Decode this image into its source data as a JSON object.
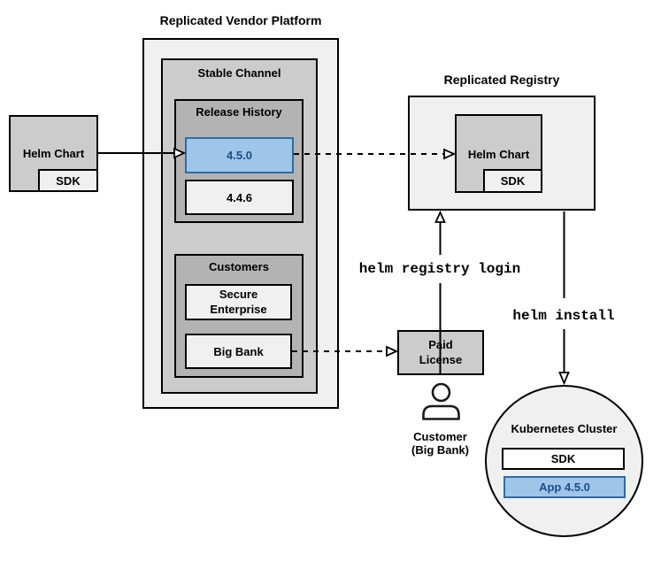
{
  "colors": {
    "background": "#ffffff",
    "box_light": "#f0f0f0",
    "box_medium": "#cccccc",
    "box_dark": "#b3b3b3",
    "box_white": "#ffffff",
    "line": "#000000",
    "highlight_fill": "#9fc5e8",
    "highlight_border": "#2e6ca4",
    "highlight_text": "#1c4e8a"
  },
  "vendor_platform": {
    "title": "Replicated Vendor Platform",
    "stable_channel": {
      "label": "Stable Channel",
      "release_history": {
        "label": "Release History",
        "versions": [
          {
            "label": "4.5.0",
            "highlighted": true
          },
          {
            "label": "4.4.6",
            "highlighted": false
          }
        ]
      },
      "customers": {
        "label": "Customers",
        "items": [
          {
            "label": "Secure Enterprise"
          },
          {
            "label": "Big Bank"
          }
        ]
      }
    }
  },
  "helm_chart_source": {
    "label": "Helm Chart",
    "sdk": "SDK"
  },
  "registry": {
    "title": "Replicated Registry",
    "helm_chart": "Helm Chart",
    "sdk": "SDK"
  },
  "paid_license": {
    "label": "Paid License"
  },
  "customer": {
    "name": "Customer",
    "detail": "(Big Bank)"
  },
  "kubernetes_cluster": {
    "title": "Kubernetes Cluster",
    "sdk": "SDK",
    "app": "App 4.5.0"
  },
  "commands": {
    "registry_login": "helm registry login",
    "install": "helm install"
  }
}
